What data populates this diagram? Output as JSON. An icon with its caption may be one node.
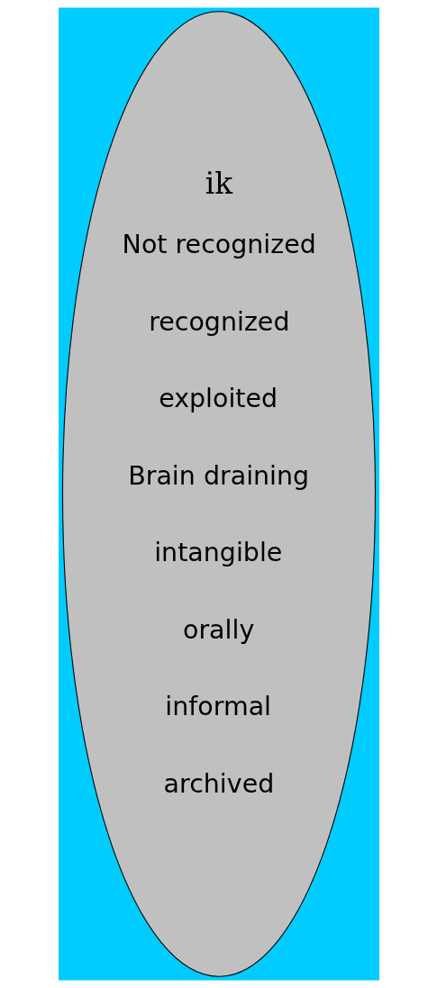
{
  "diagram": {
    "nodes": [
      {
        "text": [
          "ik",
          "Not recognized",
          "recognized",
          "exploited",
          "Brain draining",
          "intangible",
          "orally",
          "informal",
          "archived"
        ]
      }
    ]
  }
}
